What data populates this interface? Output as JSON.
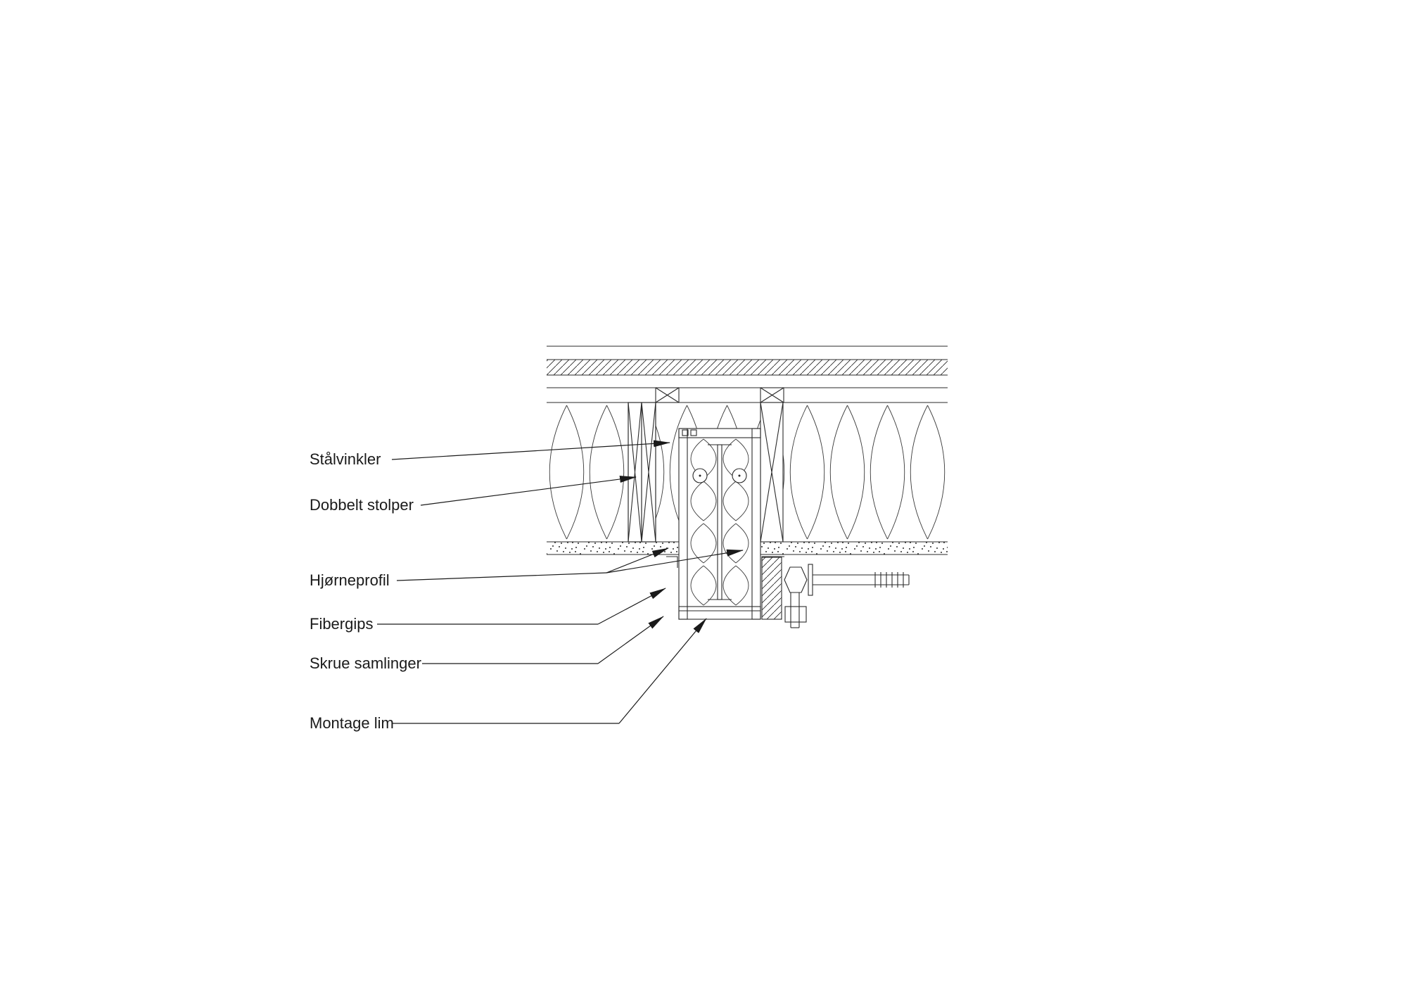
{
  "colors": {
    "bg": "#ffffff",
    "line": "#2a2a2a",
    "text": "#1a1a1a"
  },
  "diagram": {
    "type": "construction-detail-section",
    "labels": [
      {
        "id": "staalvinkler",
        "text": "Stålvinkler"
      },
      {
        "id": "dobbelt-stolper",
        "text": "Dobbelt stolper"
      },
      {
        "id": "hjoerneprofil",
        "text": "Hjørneprofil"
      },
      {
        "id": "fibergips",
        "text": "Fibergips"
      },
      {
        "id": "skrue-samlinger",
        "text": "Skrue samlinger"
      },
      {
        "id": "montage-lim",
        "text": "Montage lim"
      }
    ]
  }
}
